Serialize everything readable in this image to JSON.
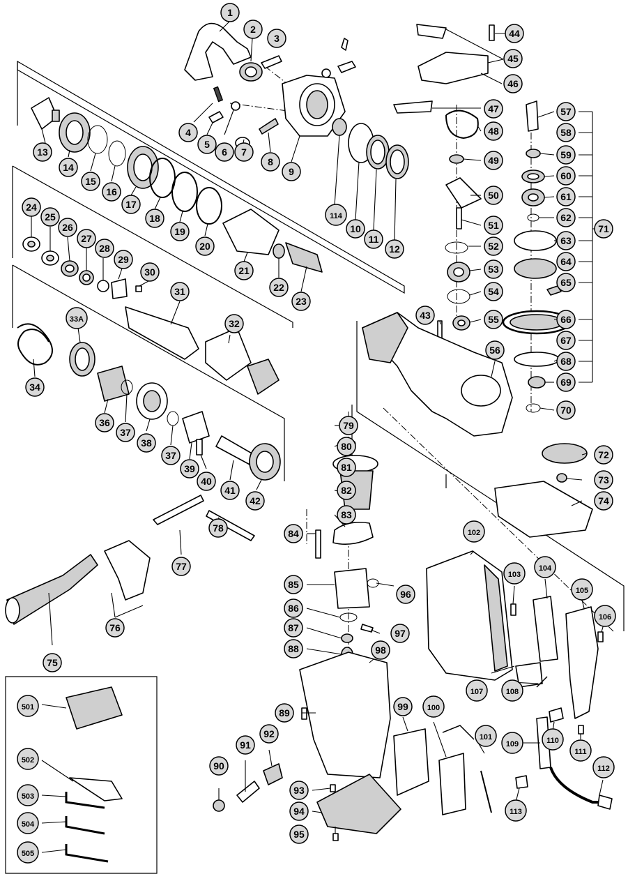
{
  "labels": [
    "1",
    "2",
    "3",
    "4",
    "5",
    "6",
    "7",
    "8",
    "9",
    "10",
    "11",
    "12",
    "13",
    "14",
    "15",
    "16",
    "17",
    "18",
    "19",
    "20",
    "21",
    "22",
    "23",
    "24",
    "25",
    "26",
    "27",
    "28",
    "29",
    "30",
    "31",
    "32",
    "33A",
    "34",
    "36",
    "37",
    "38",
    "37",
    "39",
    "40",
    "41",
    "42",
    "43",
    "44",
    "45",
    "46",
    "47",
    "48",
    "49",
    "50",
    "51",
    "52",
    "53",
    "54",
    "55",
    "56",
    "57",
    "58",
    "59",
    "60",
    "61",
    "62",
    "63",
    "64",
    "65",
    "66",
    "67",
    "68",
    "69",
    "70",
    "71",
    "72",
    "73",
    "74",
    "75",
    "76",
    "77",
    "78",
    "79",
    "80",
    "81",
    "82",
    "83",
    "84",
    "85",
    "86",
    "87",
    "88",
    "89",
    "90",
    "91",
    "92",
    "93",
    "94",
    "95",
    "96",
    "97",
    "98",
    "99",
    "100",
    "101",
    "102",
    "103",
    "104",
    "105",
    "106",
    "107",
    "108",
    "109",
    "110",
    "111",
    "112",
    "113",
    "114",
    "501",
    "502",
    "503",
    "504",
    "505"
  ]
}
